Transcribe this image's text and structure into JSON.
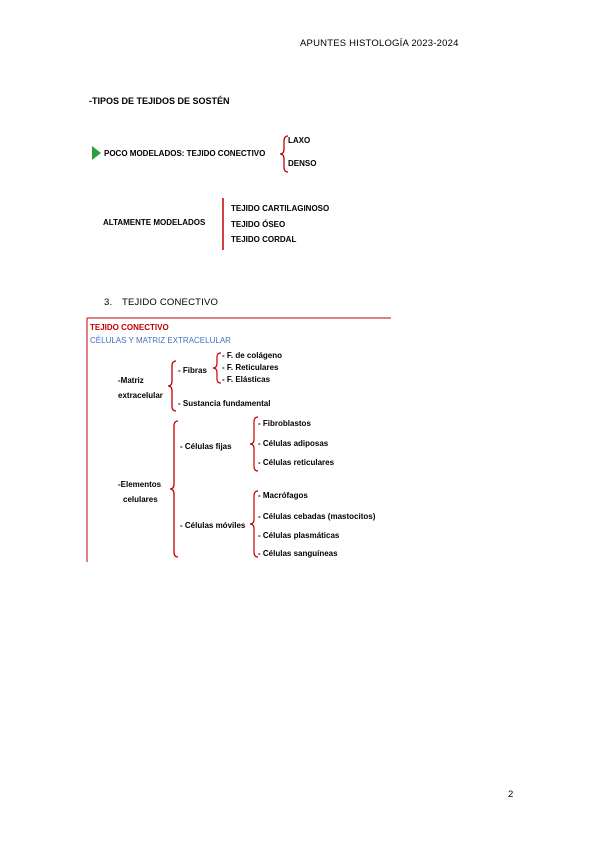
{
  "header": {
    "title": "APUNTES HISTOLOGÍA 2023-2024"
  },
  "section1": {
    "title": "-TIPOS DE TEJIDOS DE SOSTÉN",
    "poco": {
      "label": "POCO MODELADOS: TEJIDO CONECTIVO",
      "items": [
        "LAXO",
        "DENSO"
      ]
    },
    "alto": {
      "label": "ALTAMENTE MODELADOS",
      "items": [
        "TEJIDO CARTILAGINOSO",
        "TEJIDO ÓSEO",
        "TEJIDO CORDAL"
      ]
    }
  },
  "section3": {
    "number": "3.",
    "title": "TEJIDO CONECTIVO"
  },
  "diagram": {
    "title": "TEJIDO CONECTIVO",
    "subtitle": "CÉLULAS Y MATRIZ EXTRACELULAR",
    "matriz": {
      "label_line1": "-Matriz",
      "label_line2": "extracelular",
      "fibras": "- Fibras",
      "fibras_items": [
        "- F. de colágeno",
        "- F. Reticulares",
        "- F. Elásticas"
      ],
      "sustancia": "- Sustancia fundamental"
    },
    "elementos": {
      "label_line1": "-Elementos",
      "label_line2": "celulares",
      "fijas": "- Células fijas",
      "fijas_items": [
        "- Fibroblastos",
        "- Células adiposas",
        "- Células reticulares"
      ],
      "moviles": "- Células móviles",
      "moviles_items": [
        "-  Macrófagos",
        "- Células cebadas (mastocitos)",
        "- Células plasmáticas",
        "- Células sanguíneas"
      ]
    }
  },
  "footer": {
    "page_number": "2"
  },
  "colors": {
    "accent_red": "#c00000",
    "accent_blue": "#4472c4",
    "arrow_green": "#2e9e3e"
  }
}
